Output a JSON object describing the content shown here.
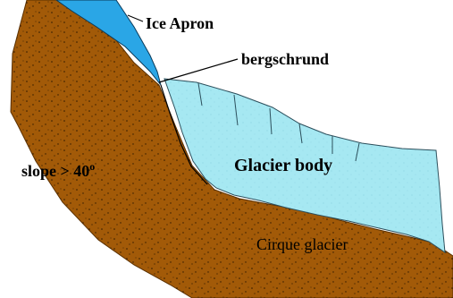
{
  "labels": {
    "ice_apron": "Ice Apron",
    "bergschrund": "bergschrund",
    "slope": "slope > 40",
    "slope_deg": "o",
    "glacier_body": "Glacier body",
    "cirque_glacier": "Cirque glacier"
  },
  "colors": {
    "rock": "#a25a08",
    "ice_apron": "#2aa6e6",
    "glacier_ice": "#a6e8f2",
    "background": "#ffffff"
  }
}
